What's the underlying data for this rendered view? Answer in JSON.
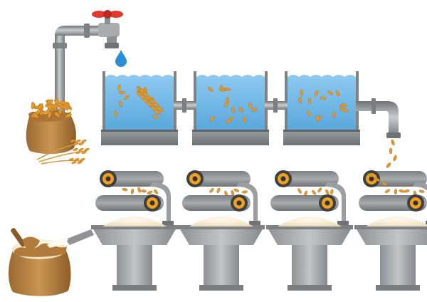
{
  "scene": {
    "stages": [
      "water-faucet",
      "washing-tank-1",
      "washing-tank-2",
      "washing-tank-3",
      "drain-pipe",
      "roller-mill-1",
      "roller-mill-2",
      "roller-mill-3",
      "roller-mill-4",
      "flour-output"
    ],
    "washing_tanks": 3,
    "roller_mills": 4,
    "colors": {
      "pipe": "#8f9396",
      "tank_water": "#6ab4e3",
      "tank_frame": "#7e8285",
      "grain": "#e09a2e",
      "belt_roller_rim": "#f0a01c",
      "flour": "#f4e9cf",
      "sack": "#b7803f",
      "faucet_handle": "#e03a2e",
      "water_drop": "#2b8fd6"
    }
  }
}
